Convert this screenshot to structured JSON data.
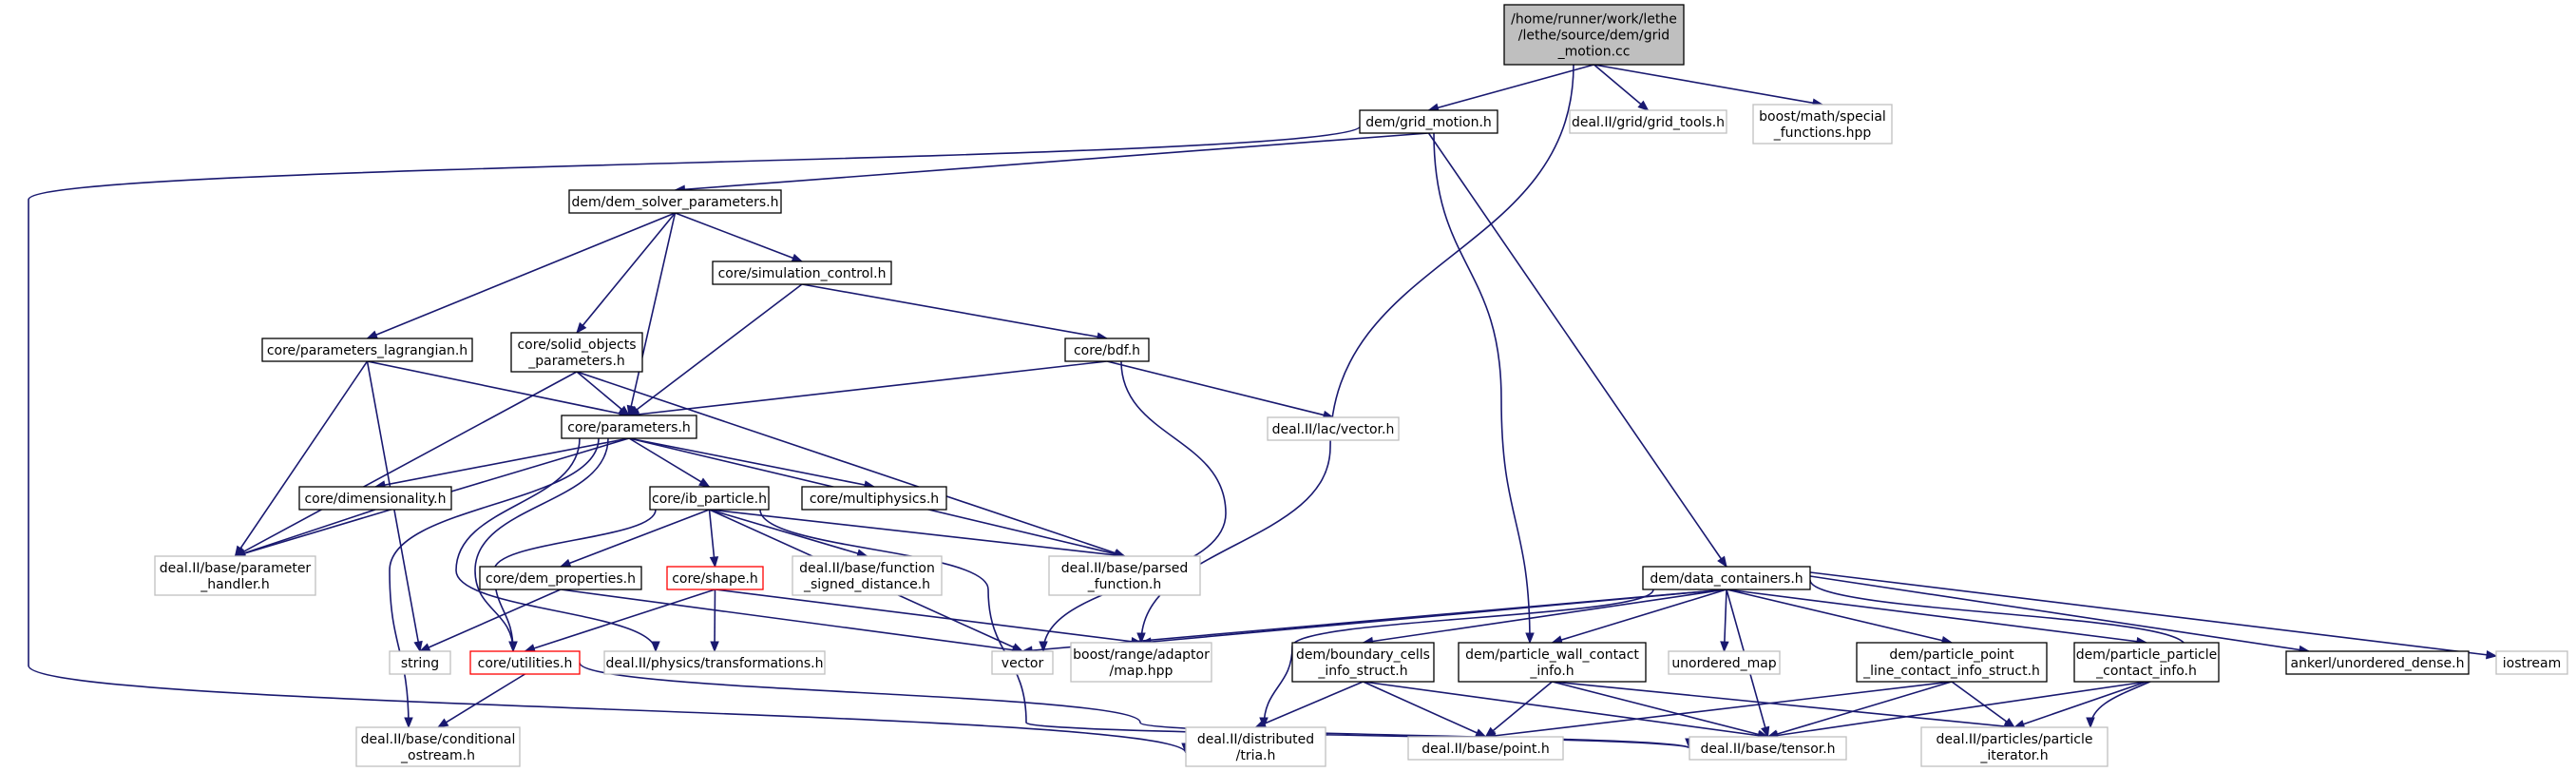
{
  "graph": {
    "colors": {
      "edge": "#191970",
      "root_fill": "#bfbfbf",
      "node_border": "#000000",
      "external_border": "#bfbfbf",
      "incomplete_border": "#ff0000"
    },
    "nodes": [
      {
        "id": "root",
        "lines": [
          "/home/runner/work/lethe",
          "/lethe/source/dem/grid",
          "_motion.cc"
        ],
        "style": "root"
      },
      {
        "id": "grid_motion_h",
        "lines": [
          "dem/grid_motion.h"
        ],
        "style": "normal"
      },
      {
        "id": "grid_tools_h",
        "lines": [
          "deal.II/grid/grid_tools.h"
        ],
        "style": "external"
      },
      {
        "id": "special_functions_hpp",
        "lines": [
          "boost/math/special",
          "_functions.hpp"
        ],
        "style": "external"
      },
      {
        "id": "dem_solver_parameters_h",
        "lines": [
          "dem/dem_solver_parameters.h"
        ],
        "style": "normal"
      },
      {
        "id": "simulation_control_h",
        "lines": [
          "core/simulation_control.h"
        ],
        "style": "normal"
      },
      {
        "id": "parameters_lagrangian_h",
        "lines": [
          "core/parameters_lagrangian.h"
        ],
        "style": "normal"
      },
      {
        "id": "solid_objects_parameters_h",
        "lines": [
          "core/solid_objects",
          "_parameters.h"
        ],
        "style": "normal"
      },
      {
        "id": "bdf_h",
        "lines": [
          "core/bdf.h"
        ],
        "style": "normal"
      },
      {
        "id": "parameters_h",
        "lines": [
          "core/parameters.h"
        ],
        "style": "normal"
      },
      {
        "id": "lac_vector_h",
        "lines": [
          "deal.II/lac/vector.h"
        ],
        "style": "external"
      },
      {
        "id": "dimensionality_h",
        "lines": [
          "core/dimensionality.h"
        ],
        "style": "normal"
      },
      {
        "id": "ib_particle_h",
        "lines": [
          "core/ib_particle.h"
        ],
        "style": "normal"
      },
      {
        "id": "multiphysics_h",
        "lines": [
          "core/multiphysics.h"
        ],
        "style": "normal"
      },
      {
        "id": "parameter_handler_h",
        "lines": [
          "deal.II/base/parameter",
          "_handler.h"
        ],
        "style": "external"
      },
      {
        "id": "dem_properties_h",
        "lines": [
          "core/dem_properties.h"
        ],
        "style": "normal"
      },
      {
        "id": "shape_h",
        "lines": [
          "core/shape.h"
        ],
        "style": "incomplete"
      },
      {
        "id": "function_signed_distance_h",
        "lines": [
          "deal.II/base/function",
          "_signed_distance.h"
        ],
        "style": "external"
      },
      {
        "id": "parsed_function_h",
        "lines": [
          "deal.II/base/parsed",
          "_function.h"
        ],
        "style": "external"
      },
      {
        "id": "data_containers_h",
        "lines": [
          "dem/data_containers.h"
        ],
        "style": "normal"
      },
      {
        "id": "string",
        "lines": [
          "string"
        ],
        "style": "external"
      },
      {
        "id": "utilities_h",
        "lines": [
          "core/utilities.h"
        ],
        "style": "incomplete"
      },
      {
        "id": "transformations_h",
        "lines": [
          "deal.II/physics/transformations.h"
        ],
        "style": "external"
      },
      {
        "id": "vector",
        "lines": [
          "vector"
        ],
        "style": "external"
      },
      {
        "id": "range_map_hpp",
        "lines": [
          "boost/range/adaptor",
          "/map.hpp"
        ],
        "style": "external"
      },
      {
        "id": "boundary_cells_info_struct_h",
        "lines": [
          "dem/boundary_cells",
          "_info_struct.h"
        ],
        "style": "normal"
      },
      {
        "id": "particle_wall_contact_info_h",
        "lines": [
          "dem/particle_wall_contact",
          "_info.h"
        ],
        "style": "normal"
      },
      {
        "id": "unordered_map",
        "lines": [
          "unordered_map"
        ],
        "style": "external"
      },
      {
        "id": "particle_point_line_contact_info_struct_h",
        "lines": [
          "dem/particle_point",
          "_line_contact_info_struct.h"
        ],
        "style": "normal"
      },
      {
        "id": "particle_particle_contact_info_h",
        "lines": [
          "dem/particle_particle",
          "_contact_info.h"
        ],
        "style": "normal"
      },
      {
        "id": "unordered_dense_h",
        "lines": [
          "ankerl/unordered_dense.h"
        ],
        "style": "normal"
      },
      {
        "id": "iostream",
        "lines": [
          "iostream"
        ],
        "style": "external"
      },
      {
        "id": "conditional_ostream_h",
        "lines": [
          "deal.II/base/conditional",
          "_ostream.h"
        ],
        "style": "external"
      },
      {
        "id": "distributed_tria_h",
        "lines": [
          "deal.II/distributed",
          "/tria.h"
        ],
        "style": "external"
      },
      {
        "id": "point_h",
        "lines": [
          "deal.II/base/point.h"
        ],
        "style": "external"
      },
      {
        "id": "tensor_h",
        "lines": [
          "deal.II/base/tensor.h"
        ],
        "style": "external"
      },
      {
        "id": "particle_iterator_h",
        "lines": [
          "deal.II/particles/particle",
          "_iterator.h"
        ],
        "style": "external"
      }
    ],
    "edges": [
      [
        "root",
        "grid_motion_h"
      ],
      [
        "root",
        "grid_tools_h"
      ],
      [
        "root",
        "special_functions_hpp"
      ],
      [
        "root",
        "range_map_hpp"
      ],
      [
        "grid_motion_h",
        "dem_solver_parameters_h"
      ],
      [
        "grid_motion_h",
        "data_containers_h"
      ],
      [
        "grid_motion_h",
        "particle_wall_contact_info_h"
      ],
      [
        "grid_motion_h",
        "distributed_tria_h"
      ],
      [
        "dem_solver_parameters_h",
        "parameters_lagrangian_h"
      ],
      [
        "dem_solver_parameters_h",
        "solid_objects_parameters_h"
      ],
      [
        "dem_solver_parameters_h",
        "simulation_control_h"
      ],
      [
        "dem_solver_parameters_h",
        "parameters_h"
      ],
      [
        "simulation_control_h",
        "parameters_h"
      ],
      [
        "simulation_control_h",
        "bdf_h"
      ],
      [
        "bdf_h",
        "parameters_h"
      ],
      [
        "bdf_h",
        "lac_vector_h"
      ],
      [
        "bdf_h",
        "vector"
      ],
      [
        "parameters_lagrangian_h",
        "parameters_h"
      ],
      [
        "parameters_lagrangian_h",
        "parameter_handler_h"
      ],
      [
        "parameters_lagrangian_h",
        "string"
      ],
      [
        "solid_objects_parameters_h",
        "parameters_h"
      ],
      [
        "solid_objects_parameters_h",
        "parameter_handler_h"
      ],
      [
        "solid_objects_parameters_h",
        "parsed_function_h"
      ],
      [
        "parameters_h",
        "parameter_handler_h"
      ],
      [
        "parameters_h",
        "dimensionality_h"
      ],
      [
        "parameters_h",
        "ib_particle_h"
      ],
      [
        "parameters_h",
        "multiphysics_h"
      ],
      [
        "parameters_h",
        "parsed_function_h"
      ],
      [
        "parameters_h",
        "utilities_h"
      ],
      [
        "parameters_h",
        "conditional_ostream_h"
      ],
      [
        "parameters_h",
        "transformations_h"
      ],
      [
        "dimensionality_h",
        "parameter_handler_h"
      ],
      [
        "ib_particle_h",
        "dem_properties_h"
      ],
      [
        "ib_particle_h",
        "shape_h"
      ],
      [
        "ib_particle_h",
        "function_signed_distance_h"
      ],
      [
        "ib_particle_h",
        "parsed_function_h"
      ],
      [
        "ib_particle_h",
        "vector"
      ],
      [
        "ib_particle_h",
        "utilities_h"
      ],
      [
        "ib_particle_h",
        "tensor_h"
      ],
      [
        "dem_properties_h",
        "string"
      ],
      [
        "dem_properties_h",
        "vector"
      ],
      [
        "shape_h",
        "utilities_h"
      ],
      [
        "shape_h",
        "transformations_h"
      ],
      [
        "shape_h",
        "range_map_hpp"
      ],
      [
        "utilities_h",
        "conditional_ostream_h"
      ],
      [
        "utilities_h",
        "tensor_h"
      ],
      [
        "data_containers_h",
        "vector"
      ],
      [
        "data_containers_h",
        "range_map_hpp"
      ],
      [
        "data_containers_h",
        "boundary_cells_info_struct_h"
      ],
      [
        "data_containers_h",
        "particle_wall_contact_info_h"
      ],
      [
        "data_containers_h",
        "unordered_map"
      ],
      [
        "data_containers_h",
        "particle_point_line_contact_info_struct_h"
      ],
      [
        "data_containers_h",
        "particle_particle_contact_info_h"
      ],
      [
        "data_containers_h",
        "unordered_dense_h"
      ],
      [
        "data_containers_h",
        "iostream"
      ],
      [
        "data_containers_h",
        "distributed_tria_h"
      ],
      [
        "data_containers_h",
        "tensor_h"
      ],
      [
        "data_containers_h",
        "particle_iterator_h"
      ],
      [
        "boundary_cells_info_struct_h",
        "distributed_tria_h"
      ],
      [
        "boundary_cells_info_struct_h",
        "point_h"
      ],
      [
        "boundary_cells_info_struct_h",
        "tensor_h"
      ],
      [
        "particle_wall_contact_info_h",
        "point_h"
      ],
      [
        "particle_wall_contact_info_h",
        "tensor_h"
      ],
      [
        "particle_wall_contact_info_h",
        "particle_iterator_h"
      ],
      [
        "particle_point_line_contact_info_struct_h",
        "point_h"
      ],
      [
        "particle_point_line_contact_info_struct_h",
        "tensor_h"
      ],
      [
        "particle_point_line_contact_info_struct_h",
        "particle_iterator_h"
      ],
      [
        "particle_particle_contact_info_h",
        "tensor_h"
      ],
      [
        "particle_particle_contact_info_h",
        "particle_iterator_h"
      ]
    ]
  }
}
